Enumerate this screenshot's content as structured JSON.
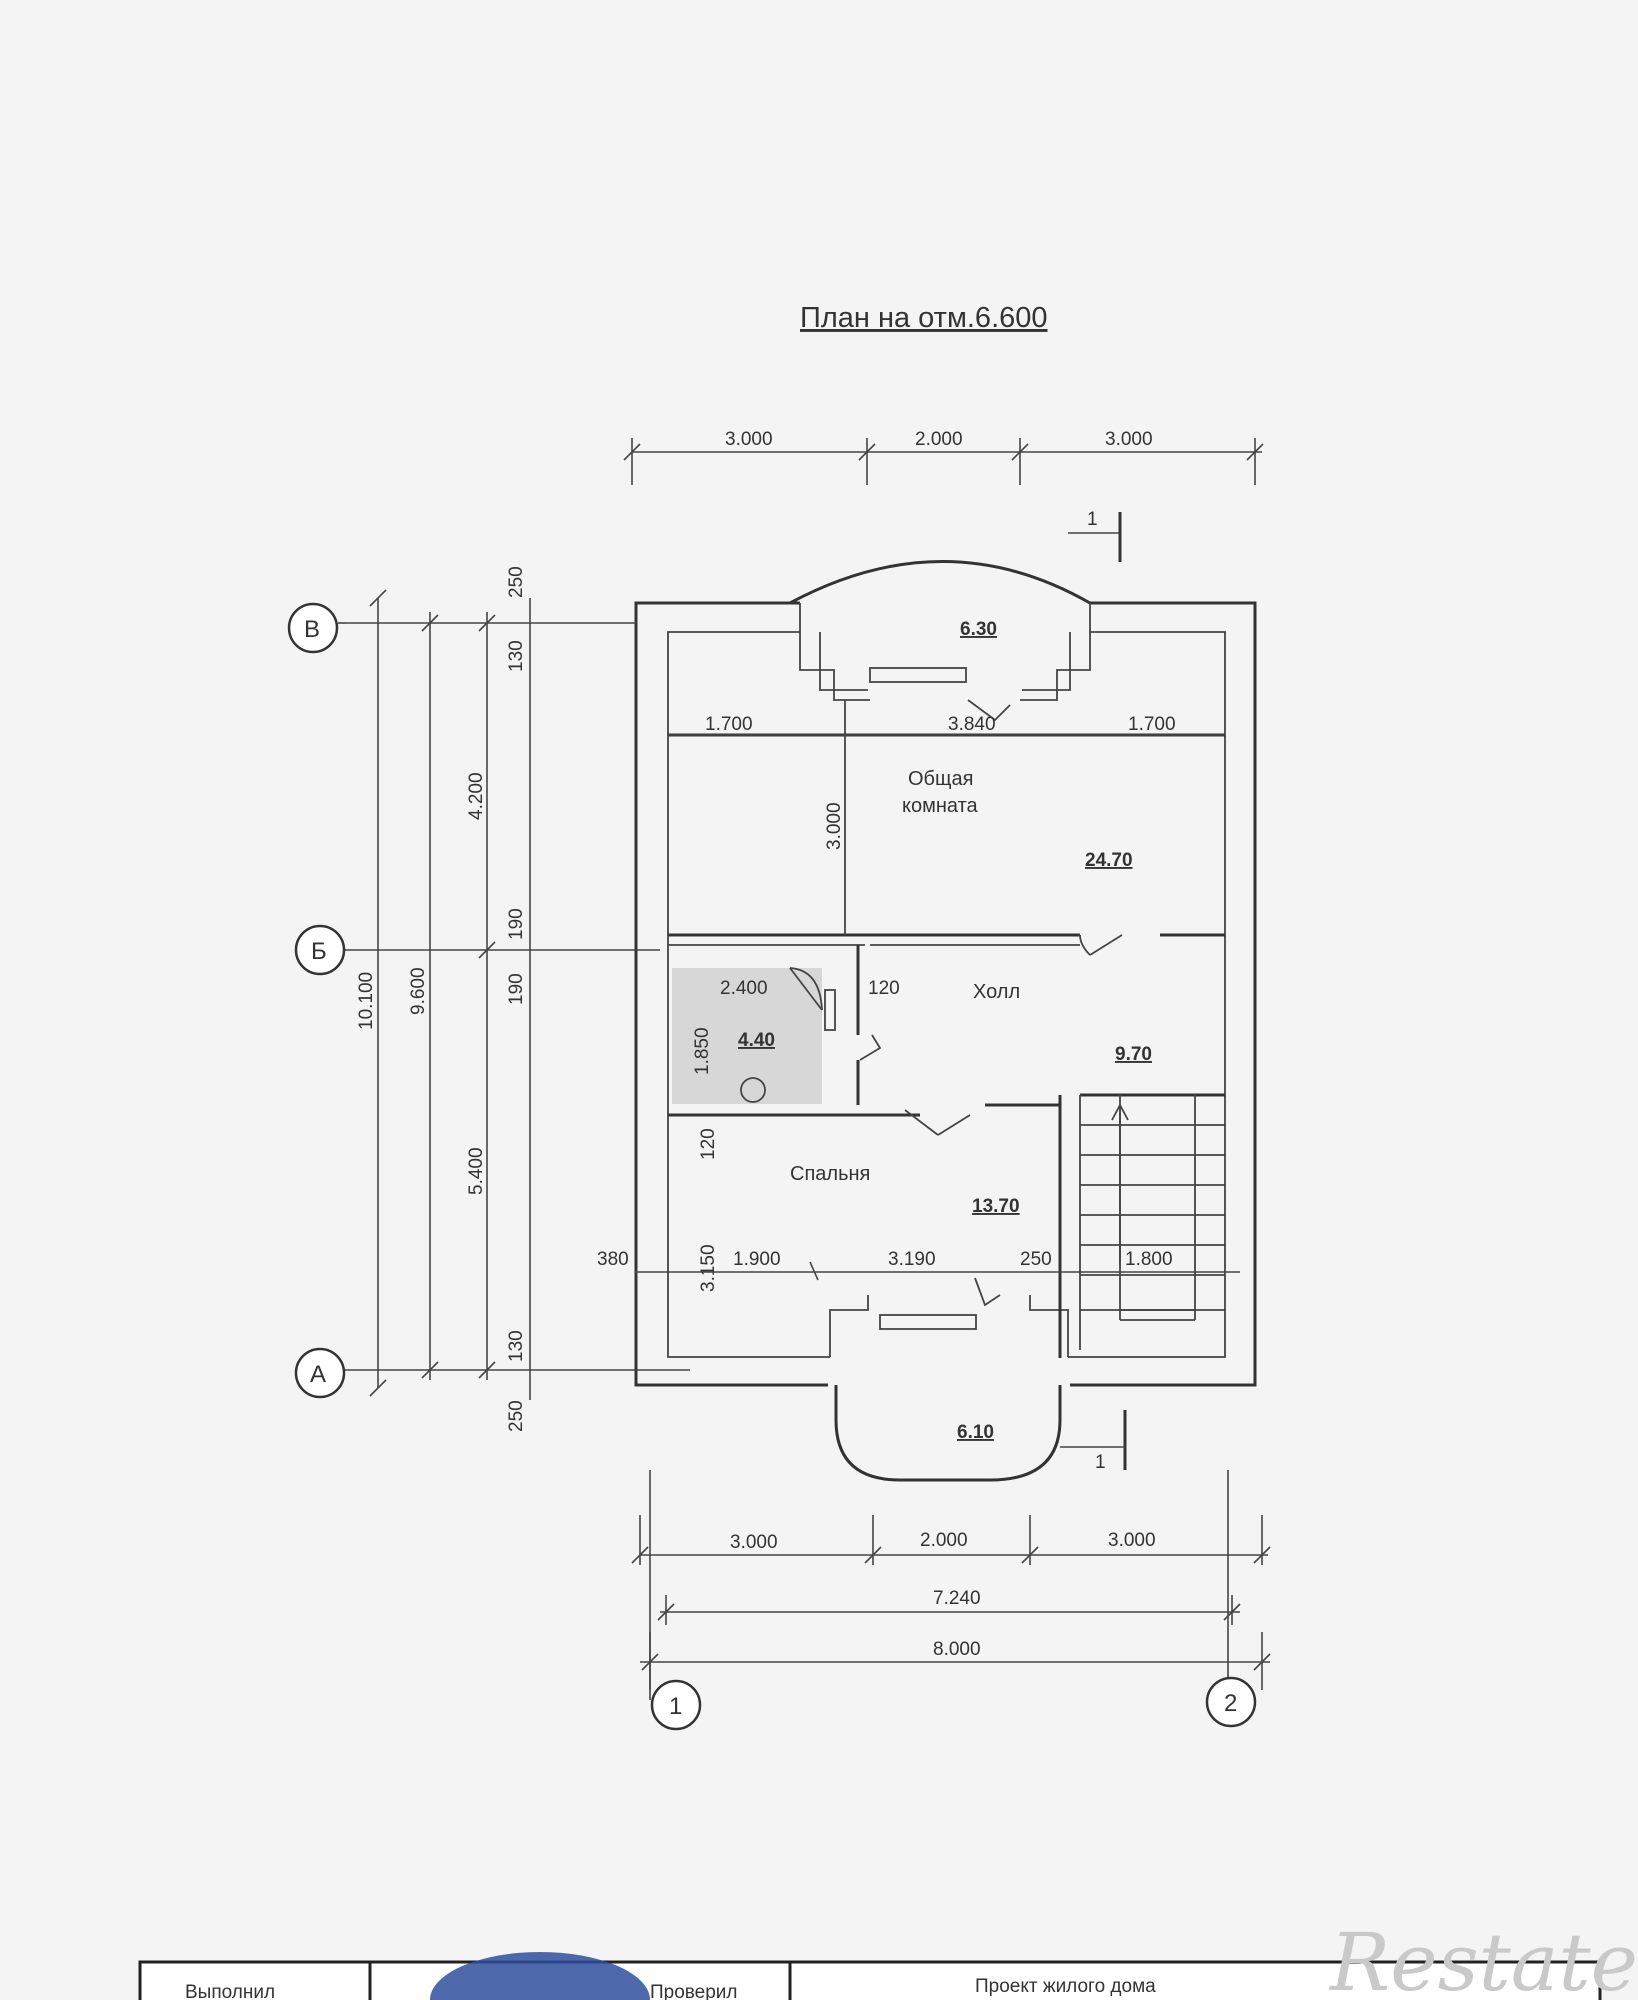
{
  "title": "План на отм.6.600",
  "axes": {
    "a": "А",
    "b": "Б",
    "v": "В",
    "one": "1",
    "two": "2"
  },
  "section_mark": {
    "top": "1",
    "bottom": "1"
  },
  "dims": {
    "top": [
      "3.000",
      "2.000",
      "3.000"
    ],
    "bottom": [
      "3.000",
      "2.000",
      "3.000"
    ],
    "overall_inner": "7.240",
    "overall_outer": "8.000",
    "left_total": "10.100",
    "left_axes": "9.600",
    "left_upper": "4.200",
    "left_lower": "5.400",
    "left_small": [
      "250",
      "130",
      "190",
      "190",
      "130",
      "250"
    ],
    "inner_top": [
      "1.700",
      "3.840",
      "1.700"
    ],
    "inner_room_height": "3.000",
    "inner_bath": [
      "2.400",
      "1.850",
      "120"
    ],
    "inner_bedroom": [
      "120",
      "3.150"
    ],
    "inner_bottom": [
      "380",
      "1.900",
      "3.190",
      "250",
      "1.800"
    ]
  },
  "rooms": [
    {
      "name": "",
      "area": "6.30"
    },
    {
      "name": "Общая\nкомната",
      "area": "24.70"
    },
    {
      "name": "Холл",
      "area": "9.70"
    },
    {
      "name": "",
      "area": "4.40"
    },
    {
      "name": "Спальня",
      "area": "13.70"
    },
    {
      "name": "",
      "area": "6.10"
    }
  ],
  "room_labels": {
    "common_1": "Общая",
    "common_2": "комната",
    "hall": "Холл",
    "bedroom": "Спальня"
  },
  "title_block": {
    "cell1": "Выполнил",
    "cell2": "Проверил",
    "project": "Проект жилого дома"
  },
  "watermark": "Restate"
}
